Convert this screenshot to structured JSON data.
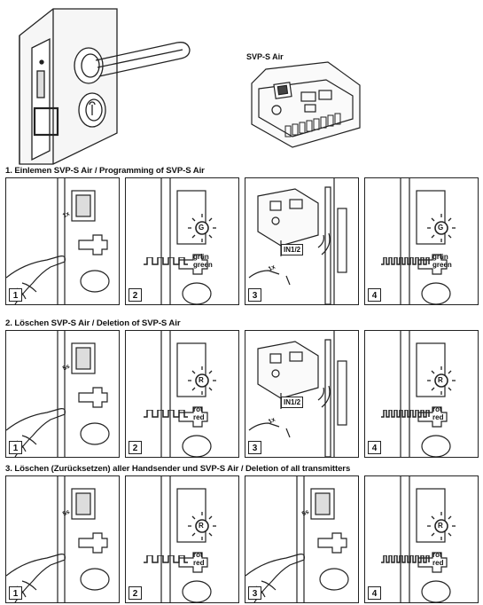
{
  "header": {
    "device_label": "SVP-S Air"
  },
  "sections": [
    {
      "title": "1. Einlemen SVP-S Air /  Programming of SVP-S Air",
      "steps": [
        {
          "number": "1",
          "press": "1x"
        },
        {
          "number": "2",
          "led": "G",
          "signal_de": "grün",
          "signal_en": "green"
        },
        {
          "number": "3",
          "input": "IN1/2",
          "press": "1x"
        },
        {
          "number": "4",
          "led": "G",
          "signal_de": "grün",
          "signal_en": "green"
        }
      ]
    },
    {
      "title": "2. Löschen SVP-S Air / Deletion of SVP-S Air",
      "steps": [
        {
          "number": "1",
          "press": "5s"
        },
        {
          "number": "2",
          "led": "R",
          "signal_de": "rot",
          "signal_en": "red"
        },
        {
          "number": "3",
          "input": "IN1/2",
          "press": "1x"
        },
        {
          "number": "4",
          "led": "R",
          "signal_de": "rot",
          "signal_en": "red"
        }
      ]
    },
    {
      "title": "3. Löschen (Zurücksetzen) aller Handsender und SVP-S Air / Deletion of all transmitters",
      "steps": [
        {
          "number": "1",
          "press": "5s"
        },
        {
          "number": "2",
          "led": "R",
          "signal_de": "rot",
          "signal_en": "red"
        },
        {
          "number": "3",
          "press": "5s"
        },
        {
          "number": "4",
          "led": "R",
          "signal_de": "rot",
          "signal_en": "red"
        }
      ]
    }
  ]
}
